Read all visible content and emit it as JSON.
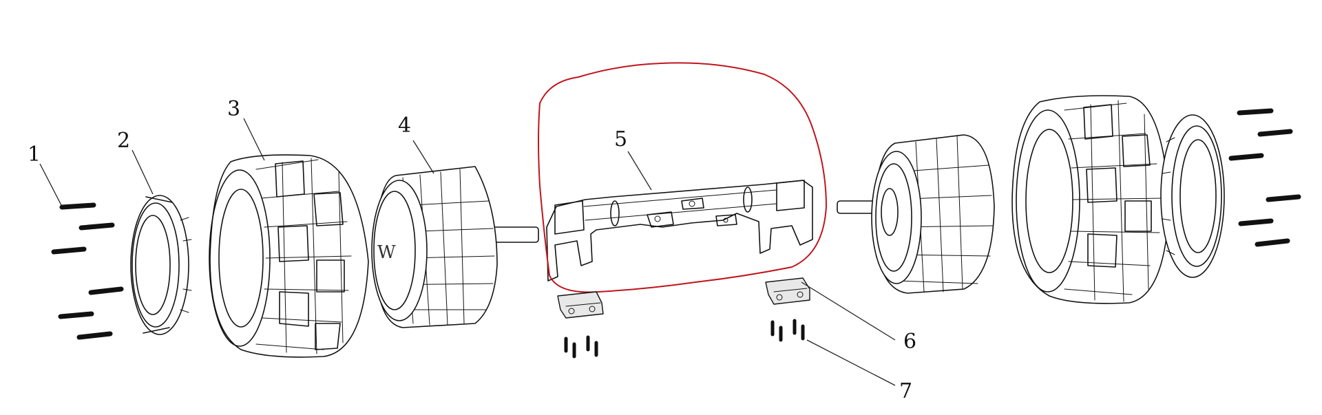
{
  "callouts": [
    {
      "id": "1",
      "label": "1"
    },
    {
      "id": "2",
      "label": "2"
    },
    {
      "id": "3",
      "label": "3"
    },
    {
      "id": "4",
      "label": "4"
    },
    {
      "id": "5",
      "label": "5"
    },
    {
      "id": "6",
      "label": "6"
    },
    {
      "id": "7",
      "label": "7"
    }
  ],
  "highlight": {
    "part": "5",
    "color": "#c0141c"
  },
  "logo_mark": "W"
}
